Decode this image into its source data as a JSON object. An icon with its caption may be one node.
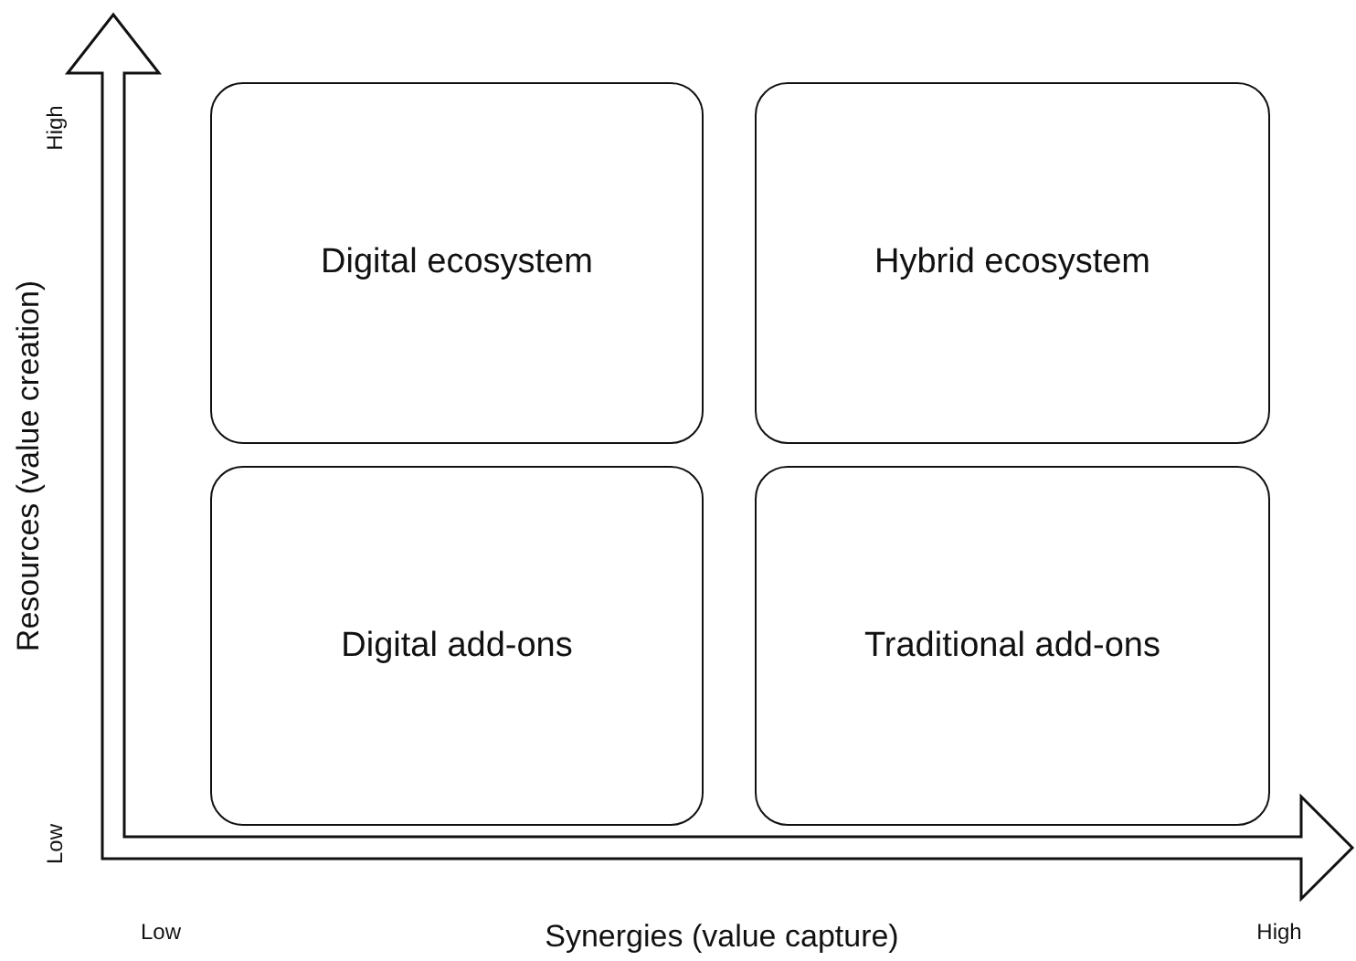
{
  "diagram": {
    "nodes": [
      {
        "text": [
          "Digital ecosystem"
        ]
      },
      {
        "text": [
          "Hybrid ecosystem"
        ]
      },
      {
        "text": [
          "Digital add-ons"
        ]
      },
      {
        "text": [
          "Traditional add-ons"
        ]
      }
    ],
    "labels": [
      "High",
      "Resources (value creation)",
      "Low",
      "Low",
      "Synergies (value capture)",
      "High"
    ]
  }
}
